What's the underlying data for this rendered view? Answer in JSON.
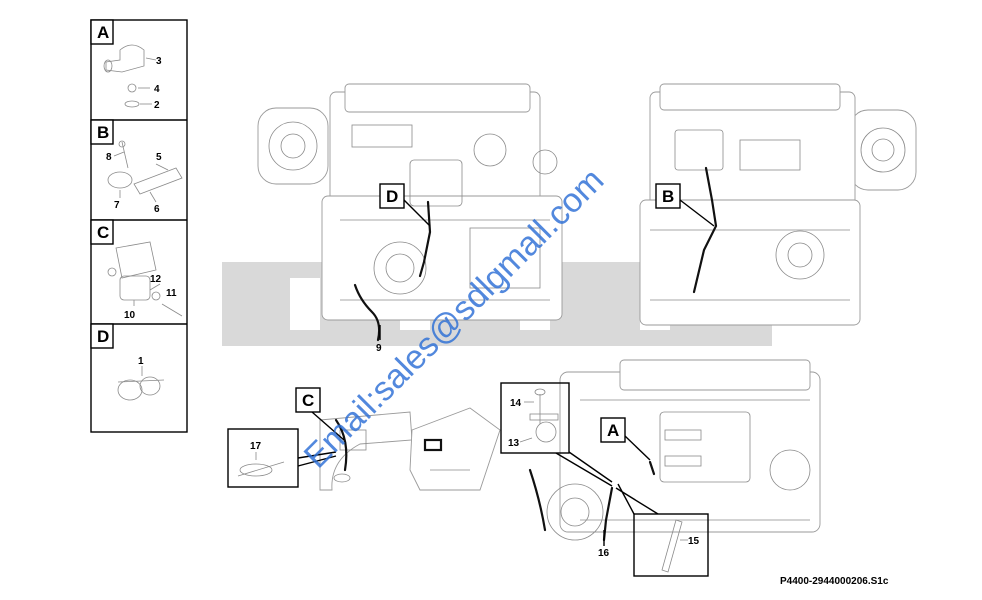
{
  "legend": {
    "panels": [
      {
        "letter": "A",
        "parts": [
          "3",
          "4",
          "2"
        ]
      },
      {
        "letter": "B",
        "parts": [
          "8",
          "5",
          "7",
          "6"
        ]
      },
      {
        "letter": "C",
        "parts": [
          "12",
          "11",
          "10"
        ]
      },
      {
        "letter": "D",
        "parts": [
          "1"
        ]
      }
    ]
  },
  "callouts": {
    "top_left_view": {
      "letter": "D",
      "part": "9"
    },
    "top_right_view": {
      "letter": "B"
    },
    "bottom_left_view": {
      "letter": "C",
      "detail_part": "17"
    },
    "bottom_right_view": {
      "letter": "A",
      "detail_a": [
        "14",
        "13"
      ],
      "detail_b": "15",
      "part": "16"
    }
  },
  "watermark": {
    "logo_text": "SDLG",
    "email": "Email:sales@sdlgmall.com",
    "color": "#2d6fd6",
    "logo_color": "#d9d9d9"
  },
  "reference": "P4400-2944000206.S1c"
}
